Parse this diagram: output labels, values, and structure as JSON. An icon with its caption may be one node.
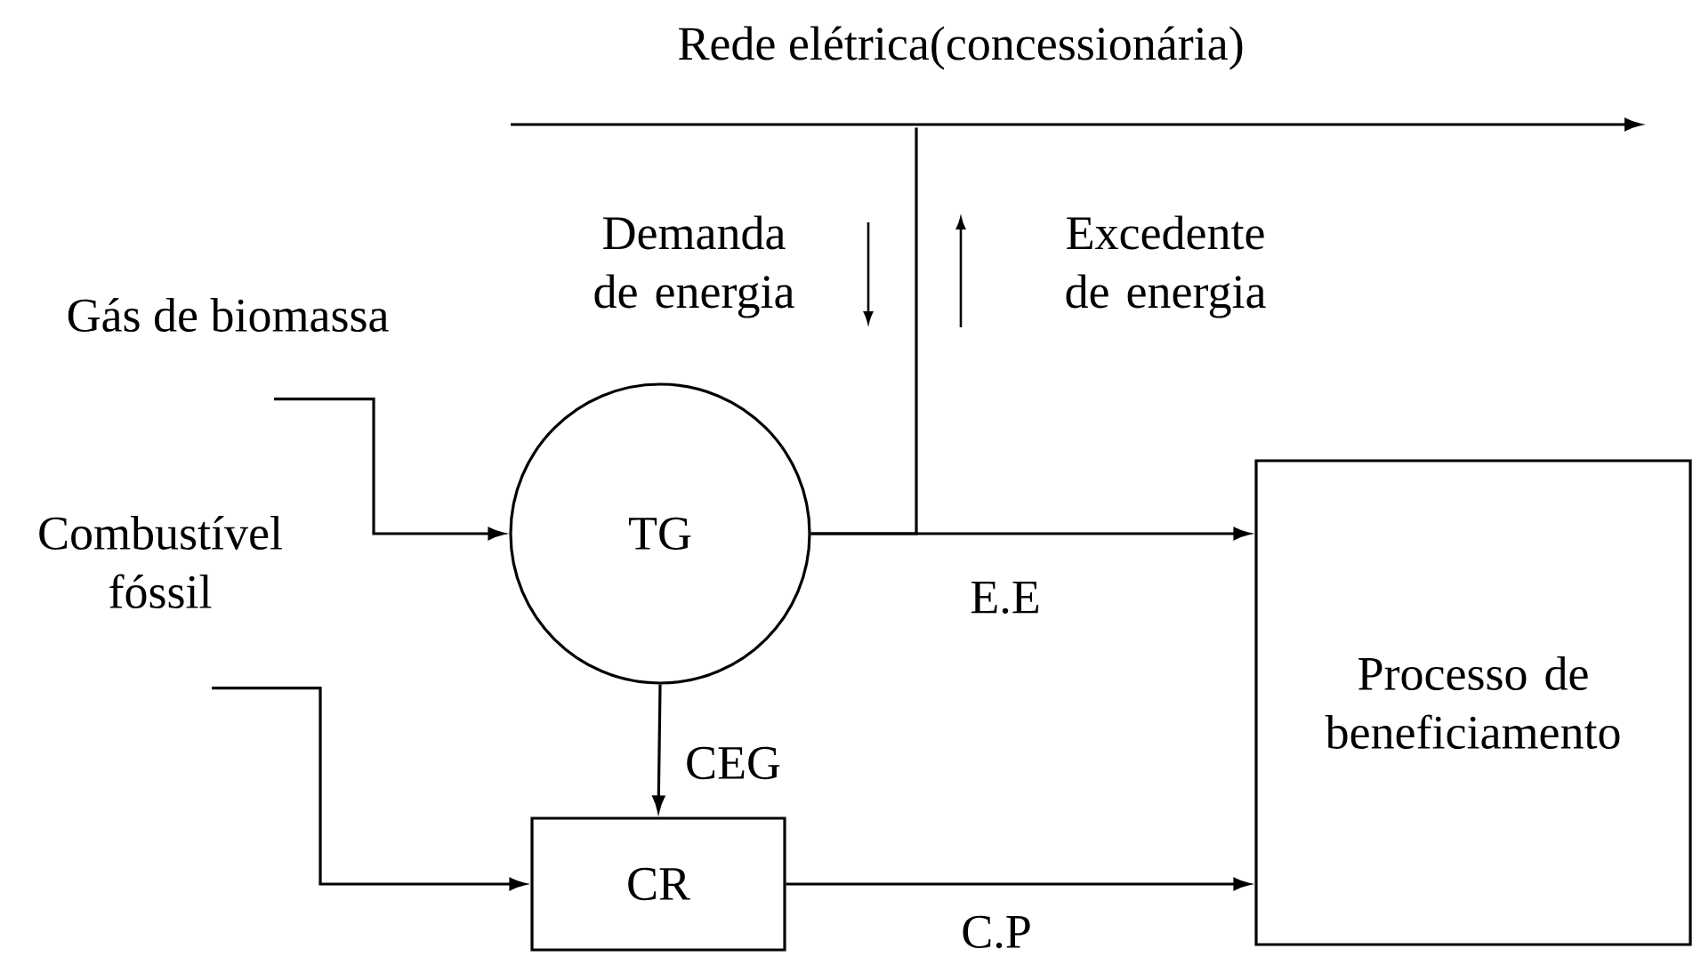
{
  "diagram": {
    "nodes": [
      {
        "text": [],
        "shape": "bar",
        "beside": [
          "Rede elétrica(concessionária)"
        ]
      },
      {
        "text": [
          "Gás de biomassa"
        ]
      },
      {
        "text": [
          "Combustível fóssil"
        ]
      },
      {
        "text": [
          "TG"
        ]
      },
      {
        "text": [
          "CR"
        ]
      },
      {
        "text": [
          "Processo de beneficiamento"
        ]
      }
    ],
    "edges": [
      {
        "from": 1,
        "to": 3,
        "arrow": "to"
      },
      {
        "from": 2,
        "to": 4,
        "arrow": "to"
      },
      {
        "from": 3,
        "to": 5,
        "arrow": "to",
        "label": "E.E"
      },
      {
        "from": 3,
        "to": 4,
        "arrow": "to",
        "label": "CEG"
      },
      {
        "from": 4,
        "to": 5,
        "arrow": "to",
        "label": "C.P"
      },
      {
        "from": 3,
        "to": 0,
        "arrow": "none"
      }
    ],
    "labels": [
      "Demanda de energia",
      "Excedente de energia"
    ]
  }
}
